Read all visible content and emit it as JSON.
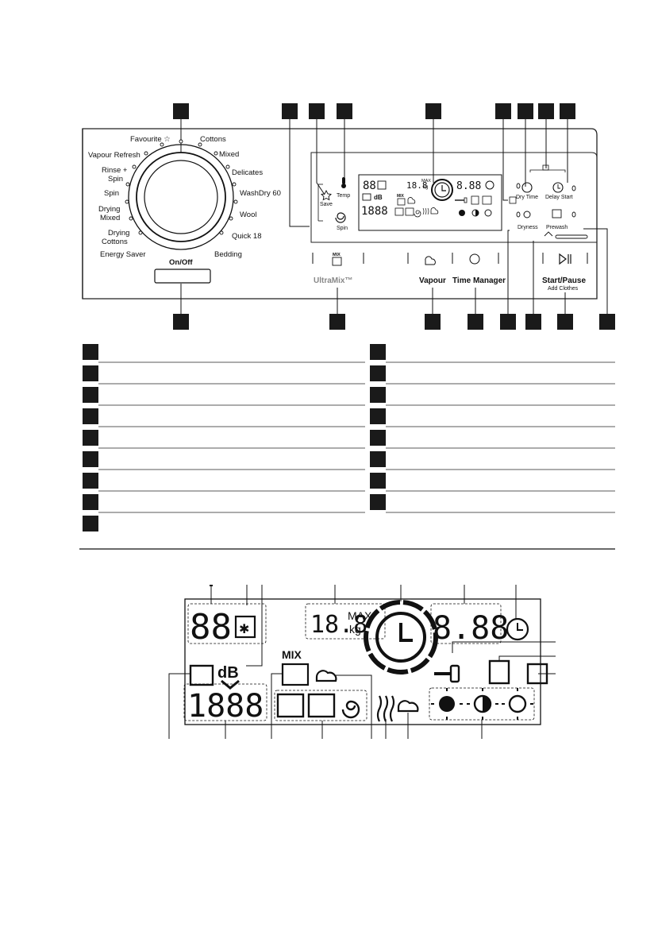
{
  "panel": {
    "programmes": [
      "Favourite ☆",
      "Cottons",
      "Mixed",
      "Delicates",
      "WashDry 60",
      "Wool",
      "Quick 18",
      "Bedding",
      "Energy Saver",
      "Drying Cottons",
      "Drying Mixed",
      "Spin",
      "Rinse + Spin",
      "Vapour Refresh"
    ],
    "programme_lines": {
      "favourite": "Favourite ☆",
      "cottons": "Cottons",
      "mixed": "Mixed",
      "delicates": "Delicates",
      "washdry60": "WashDry 60",
      "wool": "Wool",
      "quick18": "Quick 18",
      "bedding": "Bedding",
      "energy_saver": "Energy Saver",
      "drying_cottons_1": "Drying",
      "drying_cottons_2": "Cottons",
      "drying_mixed_1": "Drying",
      "drying_mixed_2": "Mixed",
      "spin": "Spin",
      "rinse_spin_1": "Rinse +",
      "rinse_spin_2": "Spin",
      "vapour_refresh": "Vapour Refresh"
    },
    "on_off": "On/Off",
    "save": "Save",
    "temp": "Temp",
    "spin": "Spin",
    "dry_time": "Dry Time",
    "delay_start": "Delay Start",
    "dryness": "Dryness",
    "prewash": "Prewash",
    "mix": "MIX",
    "ultramix": "UltraMix™",
    "vapour": "Vapour",
    "time_manager": "Time Manager",
    "start_pause": "Start/Pause",
    "add_clothes": "Add Clothes",
    "display": {
      "digits_2": "88",
      "weight": "18.8",
      "max": "MAX",
      "kg": "kg",
      "time": "8.88",
      "db": "dB",
      "spin_digits": "1888",
      "mix": "MIX"
    }
  },
  "legend_rows": 9,
  "colors": {
    "ink": "#111111",
    "panel_border": "#222222",
    "legend_box": "#1a1a1a"
  }
}
